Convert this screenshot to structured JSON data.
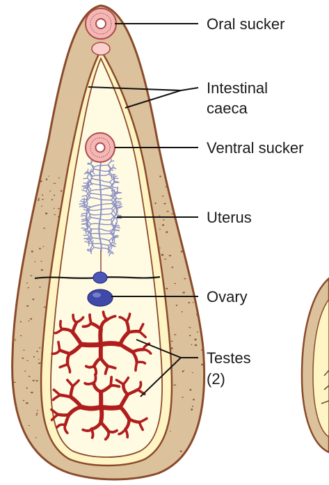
{
  "labels": {
    "oral_sucker": "Oral sucker",
    "intestinal_line1": "Intestinal",
    "intestinal_line2": "caeca",
    "ventral_sucker": "Ventral sucker",
    "uterus": "Uterus",
    "ovary": "Ovary",
    "testes_line1": "Testes",
    "testes_line2": "(2)"
  },
  "colors": {
    "body_fill": "#dcc29c",
    "body_outline": "#8a4a2a",
    "caeca_fill": "#fff4c4",
    "caeca_outline": "#8a4a2a",
    "inner_field": "#fffbe3",
    "sucker_fill": "#f3b8b6",
    "sucker_ring": "#b0494a",
    "uterus": "#8b8fc4",
    "ovary": "#3f4aa8",
    "testes": "#b01d1d",
    "vitelline_dots": "#8c5a3a",
    "leader_line": "#111111"
  }
}
